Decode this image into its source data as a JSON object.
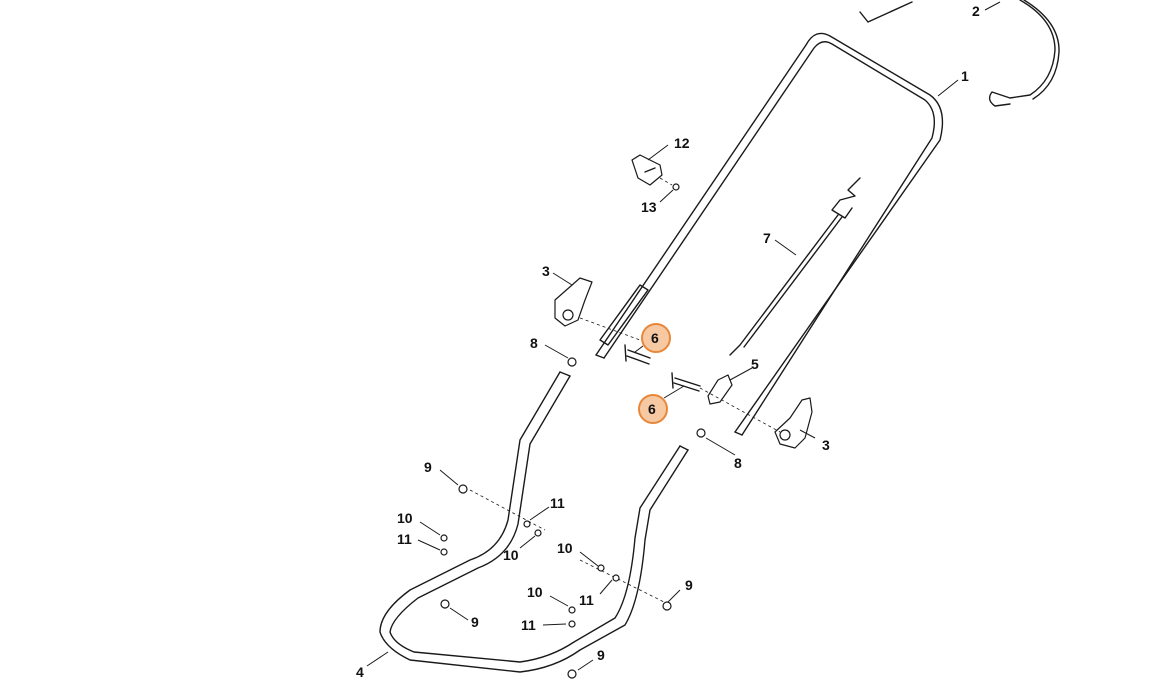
{
  "highlight_color": "#e8873a",
  "highlight_fill": "#f6c9a3",
  "callouts": {
    "c1": "1",
    "c2": "2",
    "c3a": "3",
    "c3b": "3",
    "c4": "4",
    "c5": "5",
    "c6a": "6",
    "c6b": "6",
    "c7": "7",
    "c8a": "8",
    "c8b": "8",
    "c9a": "9",
    "c9b": "9",
    "c9c": "9",
    "c9d": "9",
    "c10a": "10",
    "c10b": "10",
    "c10c": "10",
    "c10d": "10",
    "c11a": "11",
    "c11b": "11",
    "c11c": "11",
    "c11d": "11",
    "c12": "12",
    "c13": "13"
  }
}
